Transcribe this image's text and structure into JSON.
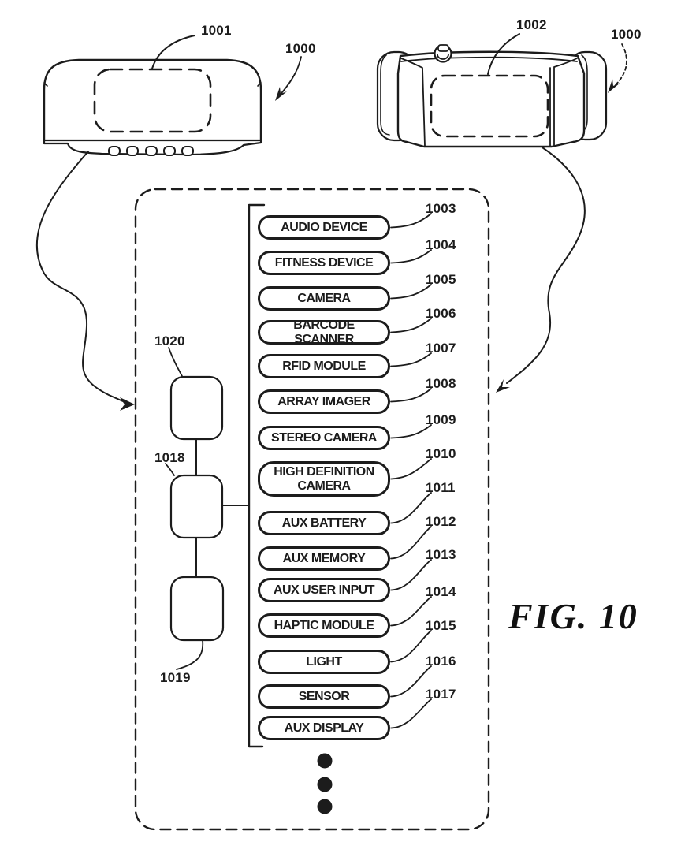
{
  "figure_label": "FIG. 10",
  "devices": {
    "left": {
      "body_ref": "1000",
      "screen_ref": "1001"
    },
    "right": {
      "body_ref": "1000",
      "screen_ref": "1002"
    }
  },
  "diagram": {
    "left_chain": [
      {
        "ref": "1020"
      },
      {
        "ref": "1018"
      },
      {
        "ref": "1019"
      }
    ],
    "modules": [
      {
        "ref": "1003",
        "label": "AUDIO DEVICE"
      },
      {
        "ref": "1004",
        "label": "FITNESS DEVICE"
      },
      {
        "ref": "1005",
        "label": "CAMERA"
      },
      {
        "ref": "1006",
        "label": "BARCODE SCANNER"
      },
      {
        "ref": "1007",
        "label": "RFID MODULE"
      },
      {
        "ref": "1008",
        "label": "ARRAY IMAGER"
      },
      {
        "ref": "1009",
        "label": "STEREO CAMERA"
      },
      {
        "ref": "1010",
        "label": "HIGH DEFINITION CAMERA"
      },
      {
        "ref": "1011",
        "label": "AUX BATTERY"
      },
      {
        "ref": "1012",
        "label": "AUX MEMORY"
      },
      {
        "ref": "1013",
        "label": "AUX USER INPUT"
      },
      {
        "ref": "1014",
        "label": "HAPTIC MODULE"
      },
      {
        "ref": "1015",
        "label": "LIGHT"
      },
      {
        "ref": "1016",
        "label": "SENSOR"
      },
      {
        "ref": "1017",
        "label": "AUX DISPLAY"
      }
    ],
    "continuation_dots": 3
  },
  "colors": {
    "ink": "#1c1c1c",
    "background": "#ffffff"
  }
}
